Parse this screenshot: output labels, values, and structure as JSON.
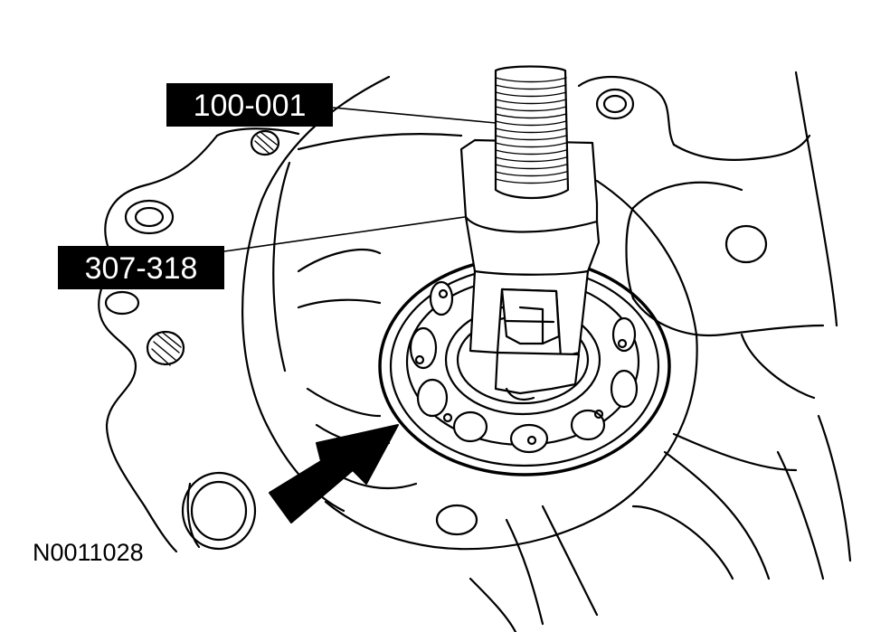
{
  "callouts": {
    "tool_a": "100-001",
    "tool_b": "307-318"
  },
  "figure_id": "N0011028",
  "colors": {
    "ink": "#000000",
    "paper": "#ffffff"
  }
}
